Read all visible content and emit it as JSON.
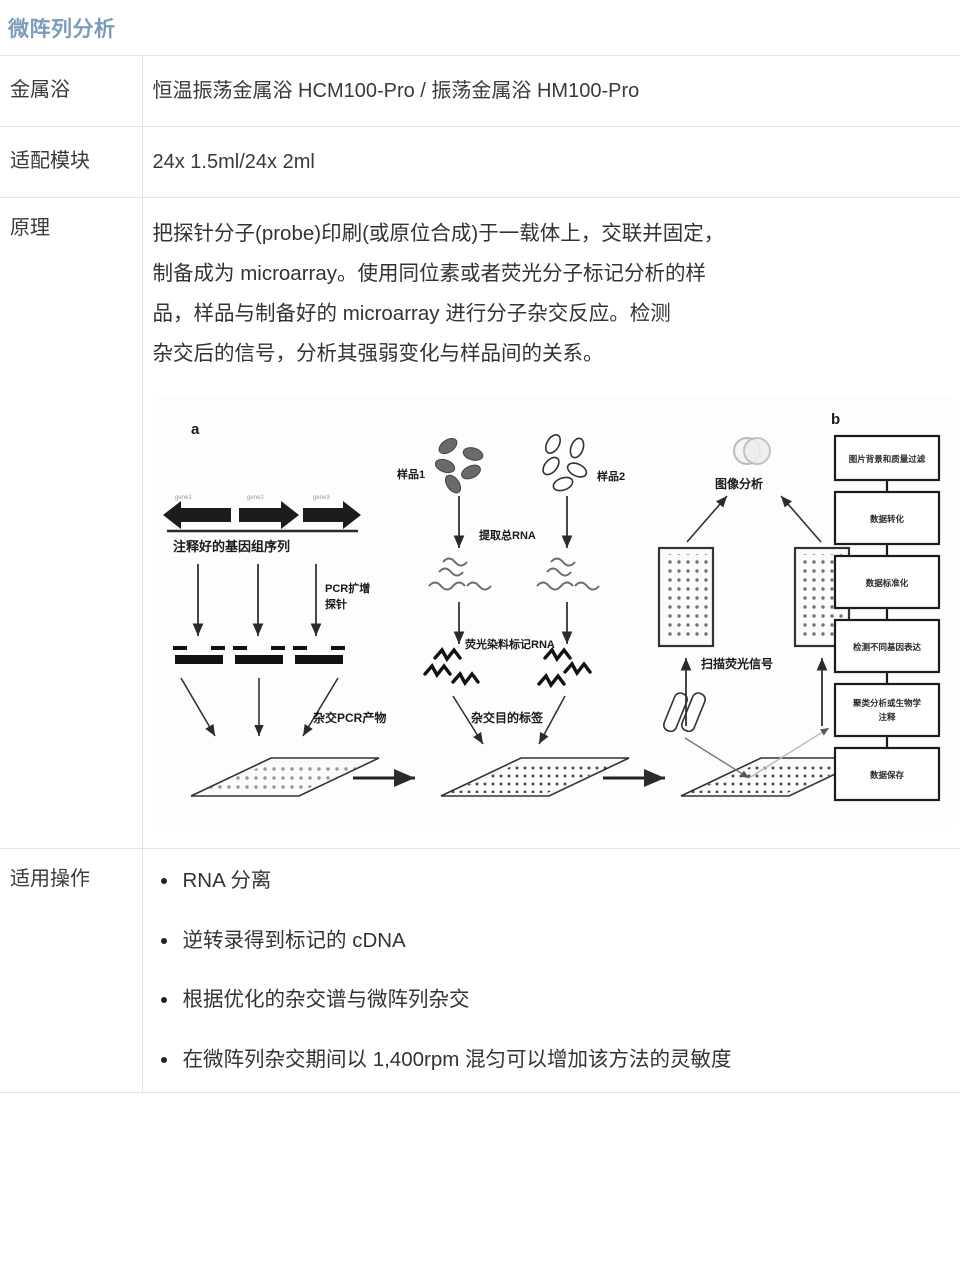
{
  "header": {
    "title": "微阵列分析",
    "accent_color": "#7d9cbb"
  },
  "table": {
    "rows": [
      {
        "label": "金属浴",
        "value": "恒温振荡金属浴 HCM100-Pro / 振荡金属浴 HM100-Pro"
      },
      {
        "label": "适配模块",
        "value": "24x 1.5ml/24x 2ml"
      },
      {
        "label": "原理",
        "value": ""
      },
      {
        "label": "适用操作",
        "value": ""
      }
    ],
    "labels": {
      "metal_bath": "金属浴",
      "module": "适配模块",
      "principle": "原理",
      "operations": "适用操作"
    }
  },
  "principle": {
    "lines": [
      "把探针分子(probe)印刷(或原位合成)于一载体上，交联并固定，",
      "制备成为 microarray。使用同位素或者荧光分子标记分析的样",
      "品，样品与制备好的 microarray 进行分子杂交反应。检测",
      "杂交后的信号，分析其强弱变化与样品间的关系。"
    ]
  },
  "operations": {
    "items": [
      "RNA 分离",
      "逆转录得到标记的 cDNA",
      "根据优化的杂交谱与微阵列杂交",
      "在微阵列杂交期间以 1,400rpm 混匀可以增加该方法的灵敏度"
    ]
  },
  "figure": {
    "panel_a_label": "a",
    "panel_b_label": "b",
    "labels": {
      "genome_sequence": "注释好的基因组序列",
      "pcr_probe": "PCR扩增\n探针",
      "hyb_pcr_product": "杂交PCR产物",
      "sample1": "样品1",
      "sample2": "样品2",
      "extract_rna": "提取总RNA",
      "label_rna": "荧光染料标记RNA",
      "hyb_target": "杂交目的标签",
      "image_analysis": "图像分析",
      "scan_signal": "扫描荧光信号"
    },
    "flowchart_steps": [
      "图片背景和质量过滤",
      "数据转化",
      "数据标准化",
      "检测不同基因表达",
      "聚类分析或生物学注释",
      "数据保存"
    ]
  }
}
